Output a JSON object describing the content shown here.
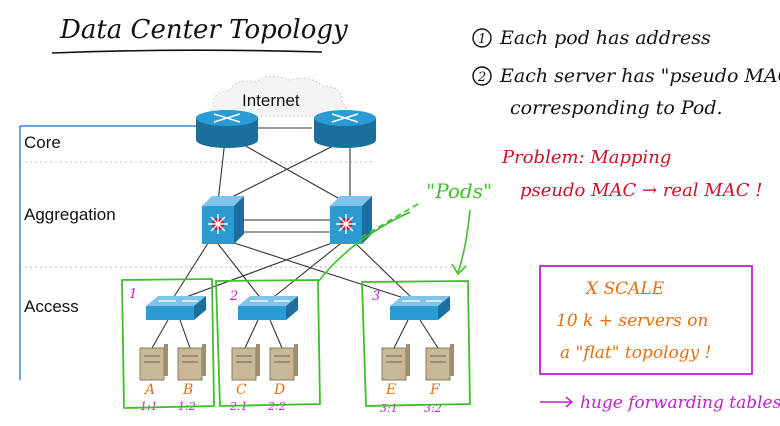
{
  "title": "Data Center Topology",
  "notes": {
    "item1_num": "1",
    "item1": "Each pod has address",
    "item2_num": "2",
    "item2_line1": "Each server has \"pseudo MAC\"",
    "item2_line2": "corresponding to Pod."
  },
  "problem": {
    "line1": "Problem: Mapping",
    "line2": "pseudo MAC → real MAC !"
  },
  "pods_callout": "\"Pods\"",
  "scale_box": {
    "line1": "X SCALE",
    "line2": "10 k + servers on",
    "line3": "a \"flat\" topology !"
  },
  "forwarding_note": "huge forwarding tables'",
  "layers": {
    "internet": "Internet",
    "core": "Core",
    "aggregation": "Aggregation",
    "access": "Access"
  },
  "pods": [
    {
      "number": "1",
      "servers": [
        {
          "letter": "A",
          "addr": "1:1"
        },
        {
          "letter": "B",
          "addr": "1:2"
        }
      ]
    },
    {
      "number": "2",
      "servers": [
        {
          "letter": "C",
          "addr": "2:1"
        },
        {
          "letter": "D",
          "addr": "2:2"
        }
      ]
    },
    {
      "number": "3",
      "servers": [
        {
          "letter": "E",
          "addr": "3:1"
        },
        {
          "letter": "F",
          "addr": "3:2"
        }
      ]
    }
  ],
  "colors": {
    "ink": "#111111",
    "red": "#d0102a",
    "green": "#3fbf2a",
    "magenta": "#c020d0",
    "orange": "#e07010",
    "device": "#2b9bd3",
    "device_dark": "#1a6f9c",
    "layer_line": "#3a8ad0"
  }
}
